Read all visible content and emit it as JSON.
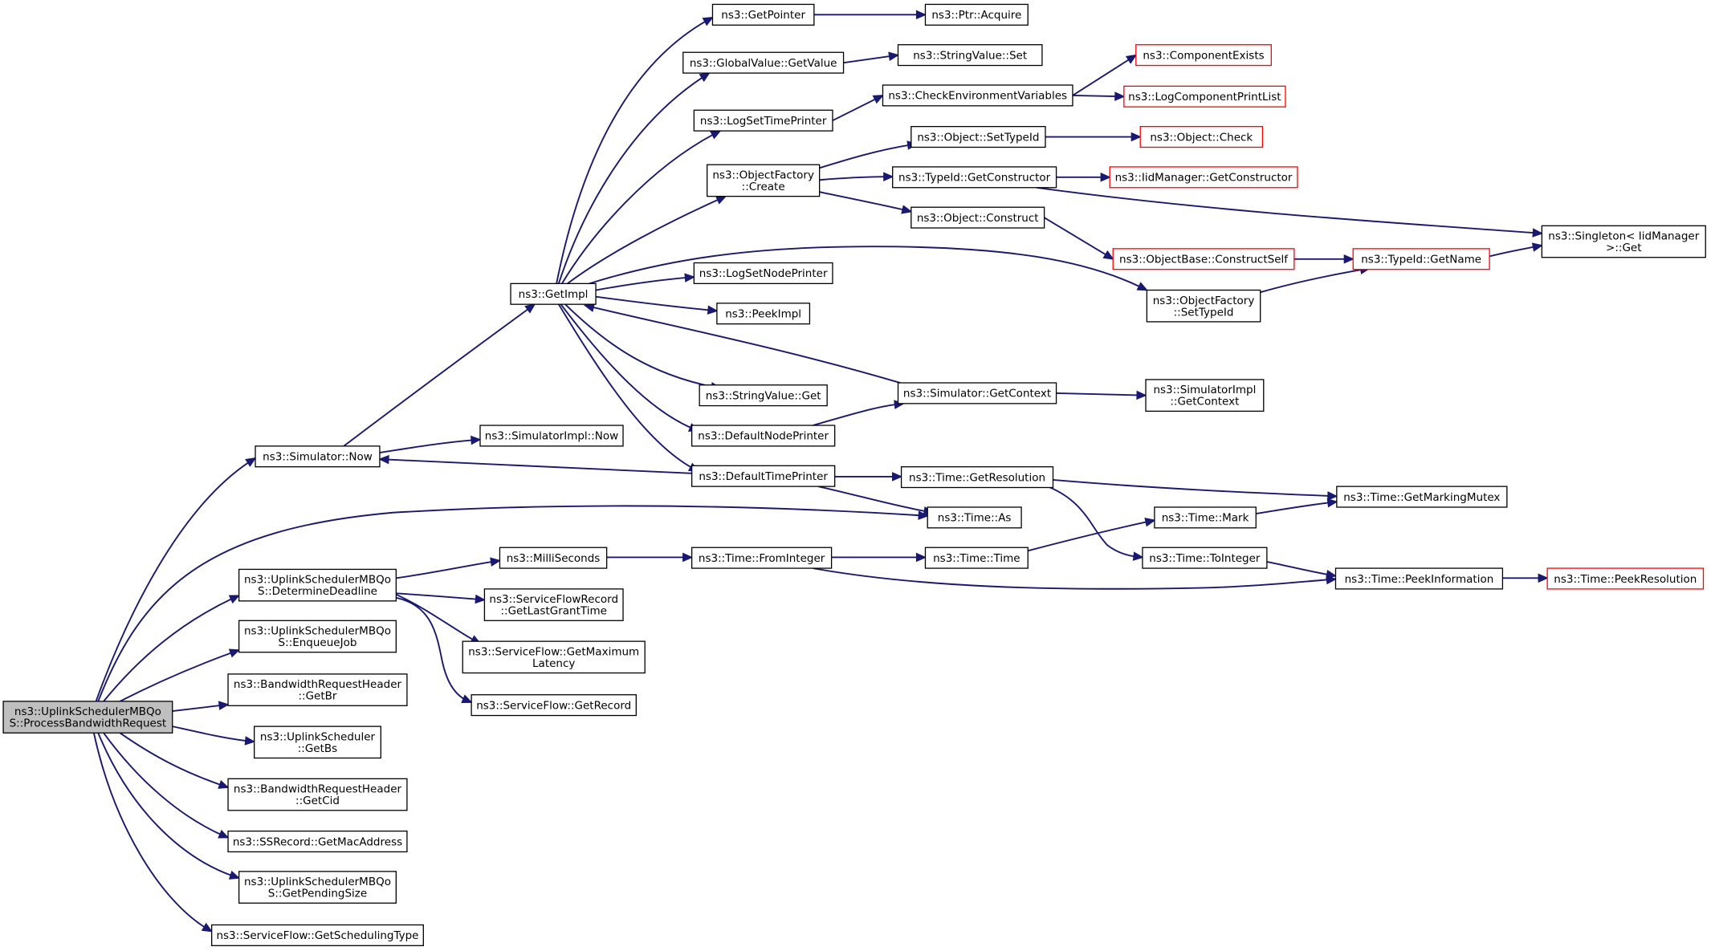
{
  "graph": {
    "colors": {
      "edge": "#191970",
      "node_border": "#000000",
      "node_border_truncated": "#ff0000",
      "node_fill": "#ffffff",
      "root_fill": "#bfbfbf"
    },
    "nodes": [
      {
        "id": "root",
        "lines": [
          "ns3::UplinkSchedulerMBQo",
          "S::ProcessBandwidthRequest"
        ],
        "style": "root"
      },
      {
        "id": "simNow",
        "lines": [
          "ns3::Simulator::Now"
        ],
        "style": "normal"
      },
      {
        "id": "determineDeadline",
        "lines": [
          "ns3::UplinkSchedulerMBQo",
          "S::DetermineDeadline"
        ],
        "style": "normal"
      },
      {
        "id": "enqueueJob",
        "lines": [
          "ns3::UplinkSchedulerMBQo",
          "S::EnqueueJob"
        ],
        "style": "normal"
      },
      {
        "id": "bwGetBr",
        "lines": [
          "ns3::BandwidthRequestHeader",
          "::GetBr"
        ],
        "style": "normal"
      },
      {
        "id": "ulGetBs",
        "lines": [
          "ns3::UplinkScheduler",
          "::GetBs"
        ],
        "style": "normal"
      },
      {
        "id": "bwGetCid",
        "lines": [
          "ns3::BandwidthRequestHeader",
          "::GetCid"
        ],
        "style": "normal"
      },
      {
        "id": "ssGetMac",
        "lines": [
          "ns3::SSRecord::GetMacAddress"
        ],
        "style": "normal"
      },
      {
        "id": "getPendingSize",
        "lines": [
          "ns3::UplinkSchedulerMBQo",
          "S::GetPendingSize"
        ],
        "style": "normal"
      },
      {
        "id": "sfGetSchedType",
        "lines": [
          "ns3::ServiceFlow::GetSchedulingType"
        ],
        "style": "normal"
      },
      {
        "id": "getImpl",
        "lines": [
          "ns3::GetImpl"
        ],
        "style": "normal"
      },
      {
        "id": "simImplNow",
        "lines": [
          "ns3::SimulatorImpl::Now"
        ],
        "style": "normal"
      },
      {
        "id": "getPointer",
        "lines": [
          "ns3::GetPointer"
        ],
        "style": "normal"
      },
      {
        "id": "globalGetValue",
        "lines": [
          "ns3::GlobalValue::GetValue"
        ],
        "style": "normal"
      },
      {
        "id": "logSetTimePrinter",
        "lines": [
          "ns3::LogSetTimePrinter"
        ],
        "style": "normal"
      },
      {
        "id": "objFactoryCreate",
        "lines": [
          "ns3::ObjectFactory",
          "::Create"
        ],
        "style": "normal"
      },
      {
        "id": "logSetNodePrinter",
        "lines": [
          "ns3::LogSetNodePrinter"
        ],
        "style": "normal"
      },
      {
        "id": "peekImpl",
        "lines": [
          "ns3::PeekImpl"
        ],
        "style": "normal"
      },
      {
        "id": "stringValueGet",
        "lines": [
          "ns3::StringValue::Get"
        ],
        "style": "normal"
      },
      {
        "id": "defaultNodePrinter",
        "lines": [
          "ns3::DefaultNodePrinter"
        ],
        "style": "normal"
      },
      {
        "id": "defaultTimePrinter",
        "lines": [
          "ns3::DefaultTimePrinter"
        ],
        "style": "normal"
      },
      {
        "id": "milliSeconds",
        "lines": [
          "ns3::MilliSeconds"
        ],
        "style": "normal"
      },
      {
        "id": "sfrGetLastGrant",
        "lines": [
          "ns3::ServiceFlowRecord",
          "::GetLastGrantTime"
        ],
        "style": "normal"
      },
      {
        "id": "sfGetMaxLatency",
        "lines": [
          "ns3::ServiceFlow::GetMaximum",
          "Latency"
        ],
        "style": "normal"
      },
      {
        "id": "sfGetRecord",
        "lines": [
          "ns3::ServiceFlow::GetRecord"
        ],
        "style": "normal"
      },
      {
        "id": "ptrAcquire",
        "lines": [
          "ns3::Ptr::Acquire"
        ],
        "style": "normal"
      },
      {
        "id": "stringValueSet",
        "lines": [
          "ns3::StringValue::Set"
        ],
        "style": "normal"
      },
      {
        "id": "checkEnvVars",
        "lines": [
          "ns3::CheckEnvironmentVariables"
        ],
        "style": "normal"
      },
      {
        "id": "objSetTypeId",
        "lines": [
          "ns3::Object::SetTypeId"
        ],
        "style": "normal"
      },
      {
        "id": "typeIdGetCtor",
        "lines": [
          "ns3::TypeId::GetConstructor"
        ],
        "style": "normal"
      },
      {
        "id": "objConstruct",
        "lines": [
          "ns3::Object::Construct"
        ],
        "style": "normal"
      },
      {
        "id": "objFactorySetTypeId",
        "lines": [
          "ns3::ObjectFactory",
          "::SetTypeId"
        ],
        "style": "normal"
      },
      {
        "id": "simGetContext",
        "lines": [
          "ns3::Simulator::GetContext"
        ],
        "style": "normal"
      },
      {
        "id": "timeGetResolution",
        "lines": [
          "ns3::Time::GetResolution"
        ],
        "style": "normal"
      },
      {
        "id": "timeAs",
        "lines": [
          "ns3::Time::As"
        ],
        "style": "normal"
      },
      {
        "id": "timeFromInteger",
        "lines": [
          "ns3::Time::FromInteger"
        ],
        "style": "normal"
      },
      {
        "id": "timeTime",
        "lines": [
          "ns3::Time::Time"
        ],
        "style": "normal"
      },
      {
        "id": "componentExists",
        "lines": [
          "ns3::ComponentExists"
        ],
        "style": "truncated"
      },
      {
        "id": "logComponentPrintList",
        "lines": [
          "ns3::LogComponentPrintList"
        ],
        "style": "truncated"
      },
      {
        "id": "objCheck",
        "lines": [
          "ns3::Object::Check"
        ],
        "style": "truncated"
      },
      {
        "id": "iidMgrGetCtor",
        "lines": [
          "ns3::IidManager::GetConstructor"
        ],
        "style": "truncated"
      },
      {
        "id": "objBaseConstructSelf",
        "lines": [
          "ns3::ObjectBase::ConstructSelf"
        ],
        "style": "truncated"
      },
      {
        "id": "simImplGetContext",
        "lines": [
          "ns3::SimulatorImpl",
          "::GetContext"
        ],
        "style": "normal"
      },
      {
        "id": "timeMark",
        "lines": [
          "ns3::Time::Mark"
        ],
        "style": "normal"
      },
      {
        "id": "timeToInteger",
        "lines": [
          "ns3::Time::ToInteger"
        ],
        "style": "normal"
      },
      {
        "id": "typeIdGetName",
        "lines": [
          "ns3::TypeId::GetName"
        ],
        "style": "truncated"
      },
      {
        "id": "singletonGet",
        "lines": [
          "ns3::Singleton< IidManager",
          " >::Get"
        ],
        "style": "normal"
      },
      {
        "id": "timeGetMarkingMutex",
        "lines": [
          "ns3::Time::GetMarkingMutex"
        ],
        "style": "normal"
      },
      {
        "id": "timePeekInfo",
        "lines": [
          "ns3::Time::PeekInformation"
        ],
        "style": "normal"
      },
      {
        "id": "timePeekResolution",
        "lines": [
          "ns3::Time::PeekResolution"
        ],
        "style": "truncated"
      }
    ],
    "edges": [
      {
        "from": "root",
        "to": "simNow"
      },
      {
        "from": "root",
        "to": "timeAs"
      },
      {
        "from": "root",
        "to": "determineDeadline"
      },
      {
        "from": "root",
        "to": "enqueueJob"
      },
      {
        "from": "root",
        "to": "bwGetBr"
      },
      {
        "from": "root",
        "to": "ulGetBs"
      },
      {
        "from": "root",
        "to": "bwGetCid"
      },
      {
        "from": "root",
        "to": "ssGetMac"
      },
      {
        "from": "root",
        "to": "getPendingSize"
      },
      {
        "from": "root",
        "to": "sfGetSchedType"
      },
      {
        "from": "simNow",
        "to": "getImpl"
      },
      {
        "from": "simNow",
        "to": "simImplNow"
      },
      {
        "from": "getImpl",
        "to": "getPointer"
      },
      {
        "from": "getImpl",
        "to": "globalGetValue"
      },
      {
        "from": "getImpl",
        "to": "logSetTimePrinter"
      },
      {
        "from": "getImpl",
        "to": "objFactoryCreate"
      },
      {
        "from": "getImpl",
        "to": "objFactorySetTypeId"
      },
      {
        "from": "getImpl",
        "to": "logSetNodePrinter"
      },
      {
        "from": "getImpl",
        "to": "peekImpl"
      },
      {
        "from": "getImpl",
        "to": "stringValueGet"
      },
      {
        "from": "getImpl",
        "to": "defaultNodePrinter"
      },
      {
        "from": "getImpl",
        "to": "defaultTimePrinter"
      },
      {
        "from": "getPointer",
        "to": "ptrAcquire"
      },
      {
        "from": "globalGetValue",
        "to": "stringValueSet"
      },
      {
        "from": "logSetTimePrinter",
        "to": "checkEnvVars"
      },
      {
        "from": "checkEnvVars",
        "to": "componentExists"
      },
      {
        "from": "checkEnvVars",
        "to": "logComponentPrintList"
      },
      {
        "from": "objFactoryCreate",
        "to": "objSetTypeId"
      },
      {
        "from": "objFactoryCreate",
        "to": "typeIdGetCtor"
      },
      {
        "from": "objFactoryCreate",
        "to": "objConstruct"
      },
      {
        "from": "objSetTypeId",
        "to": "objCheck"
      },
      {
        "from": "typeIdGetCtor",
        "to": "iidMgrGetCtor"
      },
      {
        "from": "typeIdGetCtor",
        "to": "singletonGet"
      },
      {
        "from": "objConstruct",
        "to": "objBaseConstructSelf"
      },
      {
        "from": "objBaseConstructSelf",
        "to": "typeIdGetName"
      },
      {
        "from": "typeIdGetName",
        "to": "singletonGet"
      },
      {
        "from": "objFactorySetTypeId",
        "to": "typeIdGetName"
      },
      {
        "from": "simGetContext",
        "to": "getImpl"
      },
      {
        "from": "simGetContext",
        "to": "simImplGetContext"
      },
      {
        "from": "defaultNodePrinter",
        "to": "simGetContext"
      },
      {
        "from": "defaultTimePrinter",
        "to": "simNow"
      },
      {
        "from": "defaultTimePrinter",
        "to": "timeGetResolution"
      },
      {
        "from": "defaultTimePrinter",
        "to": "timeAs"
      },
      {
        "from": "timeGetResolution",
        "to": "timeGetMarkingMutex"
      },
      {
        "from": "timeGetResolution",
        "to": "timeToInteger"
      },
      {
        "from": "determineDeadline",
        "to": "milliSeconds"
      },
      {
        "from": "determineDeadline",
        "to": "sfrGetLastGrant"
      },
      {
        "from": "determineDeadline",
        "to": "sfGetMaxLatency"
      },
      {
        "from": "determineDeadline",
        "to": "sfGetRecord"
      },
      {
        "from": "milliSeconds",
        "to": "timeFromInteger"
      },
      {
        "from": "timeFromInteger",
        "to": "timeTime"
      },
      {
        "from": "timeFromInteger",
        "to": "timePeekInfo"
      },
      {
        "from": "timeTime",
        "to": "timeMark"
      },
      {
        "from": "timeMark",
        "to": "timeGetMarkingMutex"
      },
      {
        "from": "timeToInteger",
        "to": "timePeekInfo"
      },
      {
        "from": "timePeekInfo",
        "to": "timePeekResolution"
      }
    ]
  }
}
